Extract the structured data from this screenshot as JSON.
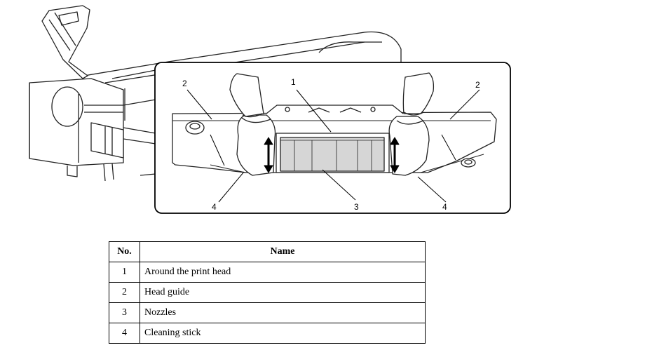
{
  "figure": {
    "callouts": [
      "1",
      "2",
      "2",
      "3",
      "4",
      "4"
    ]
  },
  "table": {
    "headers": [
      "No.",
      "Name"
    ],
    "rows": [
      {
        "no": "1",
        "name": "Around the print head"
      },
      {
        "no": "2",
        "name": "Head guide"
      },
      {
        "no": "3",
        "name": "Nozzles"
      },
      {
        "no": "4",
        "name": "Cleaning stick"
      }
    ]
  }
}
